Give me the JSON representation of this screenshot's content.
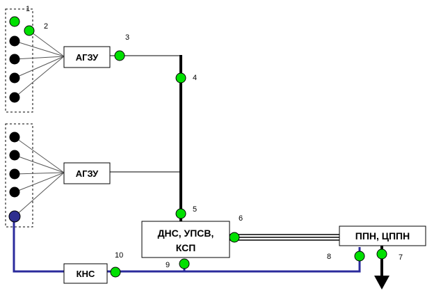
{
  "boxes": {
    "agzu_top": "АГЗУ",
    "agzu_bottom": "АГЗУ",
    "dns_line1": "ДНС, УПСВ,",
    "dns_line2": "КСП",
    "ppn": "ППН, ЦППН",
    "kns": "КНС"
  },
  "point_labels": {
    "p1": "1",
    "p2": "2",
    "p3": "3",
    "p4": "4",
    "p5": "5",
    "p6": "6",
    "p7": "7",
    "p8": "8",
    "p9": "9",
    "p10": "10"
  },
  "colors": {
    "monitor_point": "#00e000",
    "production_well": "#000000",
    "injection_well": "#2f2f8f",
    "water_line": "#2b2b9c",
    "oil_line": "#000000"
  }
}
